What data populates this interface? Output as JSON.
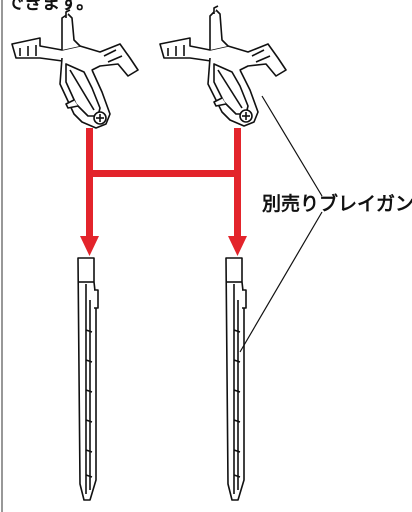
{
  "caption_fragment": "できます。",
  "callout_label": "別売りブレイガン",
  "colors": {
    "arrow": "#e3242b",
    "line": "#111111",
    "background": "#ffffff"
  },
  "parts": {
    "upper": [
      "breigun-frame-left",
      "breigun-frame-right"
    ],
    "lower": [
      "blade-left",
      "blade-right"
    ]
  }
}
